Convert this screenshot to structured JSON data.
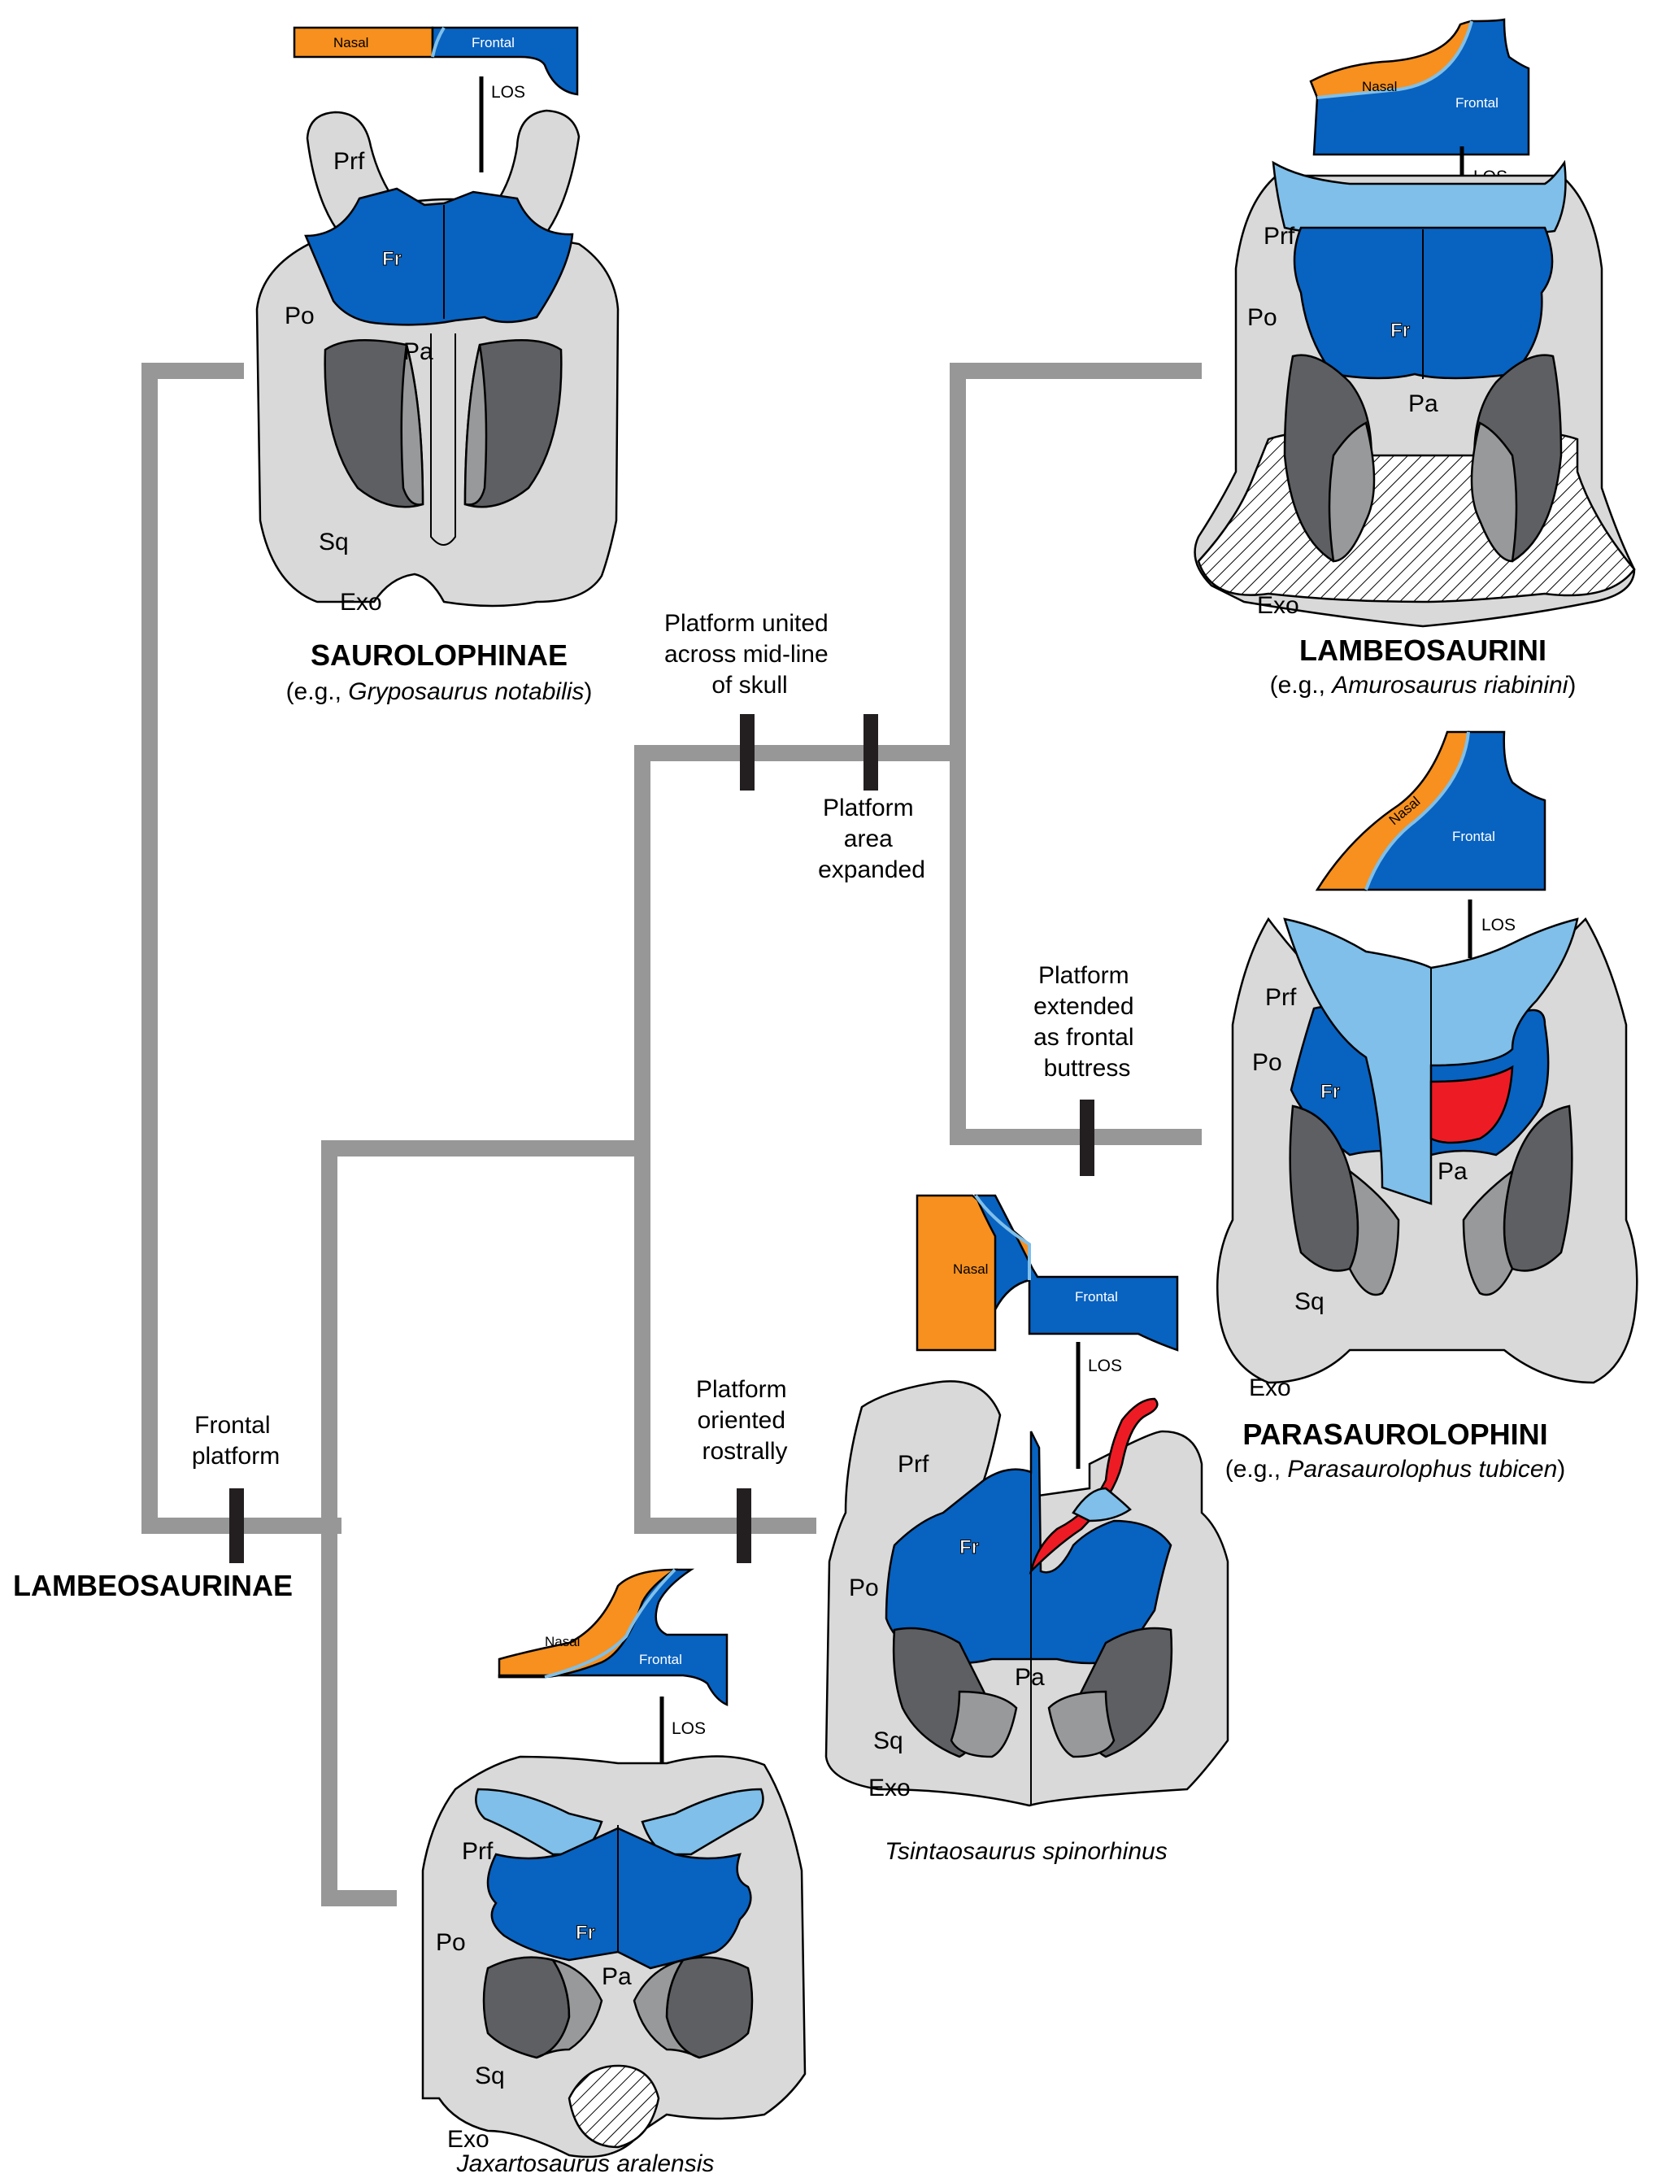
{
  "clades": {
    "saurolophinae": "SAUROLOPHINAE",
    "lambeosaurini": "LAMBEOSAURINI",
    "parasaurolophini": "PARASAUROLOPHINI",
    "lambeosaurinae": "LAMBEOSAURINAE"
  },
  "examples": {
    "eg_prefix": "(e.g., ",
    "eg_suffix": ")",
    "gryposaurus": "Gryposaurus notabilis",
    "amurosaurus": "Amurosaurus riabinini",
    "parasaurolophus": "Parasaurolophus tubicen",
    "tsintaosaurus": "Tsintaosaurus spinorhinus",
    "jaxartosaurus": "Jaxartosaurus aralensis"
  },
  "characters": {
    "frontal_platform": [
      "Frontal",
      "platform"
    ],
    "oriented_rostrally": [
      "Platform",
      "oriented",
      "rostrally"
    ],
    "united_midline": [
      "Platform united",
      "across mid-line",
      "of skull"
    ],
    "area_expanded": [
      "Platform",
      "area",
      "expanded"
    ],
    "frontal_buttress": [
      "Platform",
      "extended",
      "as frontal",
      "buttress"
    ]
  },
  "bone_labels": {
    "prefrontal": "Prf",
    "postorbital": "Po",
    "parietal": "Pa",
    "squamosal": "Sq",
    "exoccipital": "Exo",
    "frontal_abbrev": "Fr",
    "nasal": "Nasal",
    "frontal": "Frontal",
    "los": "LOS"
  },
  "colors": {
    "tree_branch": "#979797",
    "frontal": "#0862c0",
    "frontal_platform": "#7fbfe9",
    "nasal": "#f7901e",
    "frontal_buttress": "#ed1c24",
    "bone": "#d9d9da",
    "fenestra_dark": "#5e5f62",
    "fenestra_mid": "#98999b"
  },
  "icons": {
    "character_tick": "bar-tick",
    "skull_diagram": "skull-dorsal-view",
    "suture_profile": "sagittal-suture-profile"
  }
}
